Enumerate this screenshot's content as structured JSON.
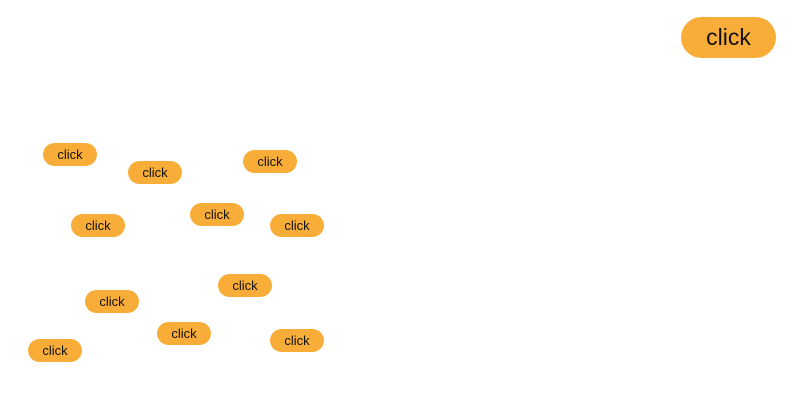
{
  "primary_button": {
    "label": "click"
  },
  "scattered_buttons": [
    {
      "label": "click"
    },
    {
      "label": "click"
    },
    {
      "label": "click"
    },
    {
      "label": "click"
    },
    {
      "label": "click"
    },
    {
      "label": "click"
    },
    {
      "label": "click"
    },
    {
      "label": "click"
    },
    {
      "label": "click"
    },
    {
      "label": "click"
    },
    {
      "label": "click"
    }
  ],
  "colors": {
    "background": "#ffffff",
    "button_fill": "#f9ad39",
    "button_text": "#111111"
  }
}
